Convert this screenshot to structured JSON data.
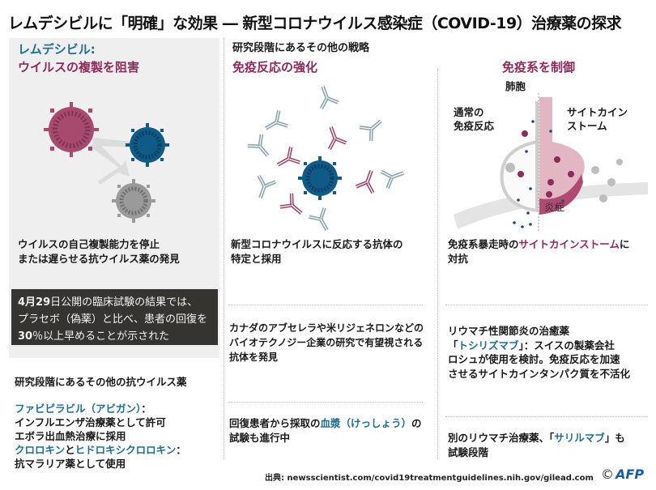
{
  "title": "レムデシビルに「明確」な効果 ― 新型コロナウイルス感染症（COVID-19）治療薬の探求",
  "left_column": {
    "heading_line1": "レムデシビル:",
    "heading_line2": "ウイルスの複製を阻害",
    "illustration": "virus-replication-blocked",
    "description_line1": "ウイルスの自己複製能力を停止",
    "description_line2": "または遅らせる抗ウイルス薬の発見",
    "trial_box": {
      "line1_bold": "4月29",
      "line1_rest": "日公開の臨床試験の結果では、",
      "line2": "プラセボ（偽薬）と比べ、患者の回復を",
      "line3_bold": "30",
      "line3_rest": "％以上早めることが示された"
    },
    "other_antivirals": {
      "heading": "研究段階にあるその他の抗ウイルス薬",
      "favipiravir": "ファビピラビル（アビガン）",
      "colon": "：",
      "favipiravir_line1": "インフルエンザ治療薬として許可",
      "favipiravir_line2": "エボラ出血熱治療に採用",
      "chloroquine": "クロロキン",
      "and": "と",
      "hydroxychloroquine": "ヒドロキシクロロキン",
      "chloroquine_desc": "抗マラリア薬として使用"
    }
  },
  "other_strategies": {
    "heading": "研究段階にあるその他の戦略"
  },
  "middle_column": {
    "heading": "免疫反応の強化",
    "illustration": "antibodies-surrounding-virus",
    "description_line1": "新型コロナウイルスに反応する抗体の",
    "description_line2": "特定と採用",
    "item2_line1": "カナダのアブセレラや米リジェネロンなどの",
    "item2_line2": "バイオテクノジー企業の研究で有望視される",
    "item2_line3": "抗体を発見",
    "item3_pre": "回復患者から採取の",
    "item3_highlight": "血漿（けっしょう）",
    "item3_post": "の",
    "item3_line2": "試験も進行中"
  },
  "right_column": {
    "heading": "免疫系を制御",
    "illustration": "alveolus-cytokine-storm",
    "labels": {
      "alveolus": "肺胞",
      "normal_line1": "通常の",
      "normal_line2": "免疫反応",
      "storm_line1": "サイトカイン",
      "storm_line2": "ストーム",
      "inflammation": "炎症"
    },
    "description_pre": "免疫系暴走時の",
    "description_highlight": "サイトカインストーム",
    "description_post": "に",
    "description_line2": "対抗",
    "item2_line1": "リウマチ性関節炎の治癒薬",
    "item2_open": "「",
    "item2_highlight": "トシリズマブ",
    "item2_close": "」：スイスの製薬会社",
    "item2_line3": "ロシュが使用を検討。免疫反応を加速",
    "item2_line4": "させるサイトカインタンパク質を不活化",
    "item3_pre": "別のリウマチ治療薬、「",
    "item3_highlight": "サリルマブ",
    "item3_post": "」も",
    "item3_line2": "試験段階"
  },
  "footer": {
    "source": "出典: newsscientist.com/covid19treatmentguidelines.nih.gov/gilead.com",
    "copyright_symbol": "©",
    "agency": "AFP"
  },
  "colors": {
    "teal": "#1f6e8c",
    "plum": "#8b2c5c",
    "virus_red": "#a8496e",
    "virus_blue": "#0f5a86",
    "virus_gray": "#9a9a9a",
    "panel_gray": "#efefef",
    "dark_box": "#353431",
    "afp_blue": "#1c5ba8"
  }
}
